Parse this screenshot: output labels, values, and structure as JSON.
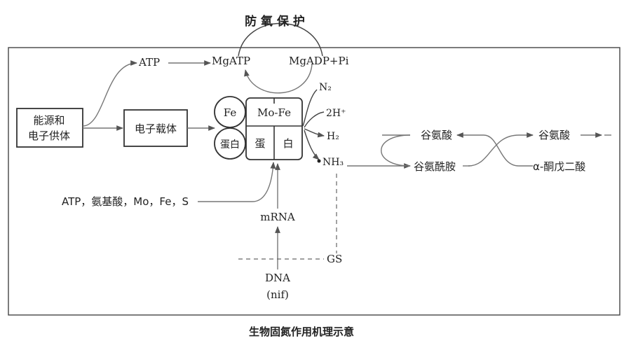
{
  "arc_title": "防 氧 保 护",
  "atp_top": "ATP",
  "mgatp": "MgATP",
  "mgadp": "MgADP+Pi",
  "energy_box": [
    "能源和",
    "电子供体"
  ],
  "carrier_box": "电子载体",
  "fe": "Fe",
  "mofe": "Mo-Fe",
  "protein_left": "蛋白",
  "protein_mid": "蛋",
  "protein_right": "白",
  "n2": "N₂",
  "h_plus": "2H⁺",
  "h2": "H₂",
  "nh3": "NH₃",
  "inputs": "ATP，氨基酸，Mo，Fe，S",
  "mrna": "mRNA",
  "gs": "GS",
  "dna": "DNA",
  "nif": "(nif)",
  "glutamic_1": "谷氨酸",
  "glutamine": "谷氨酰胺",
  "glutamic_2": "谷氨酸",
  "ketoglutarate": "α-酮戊二酸",
  "caption": "生物固氮作用机理示意"
}
